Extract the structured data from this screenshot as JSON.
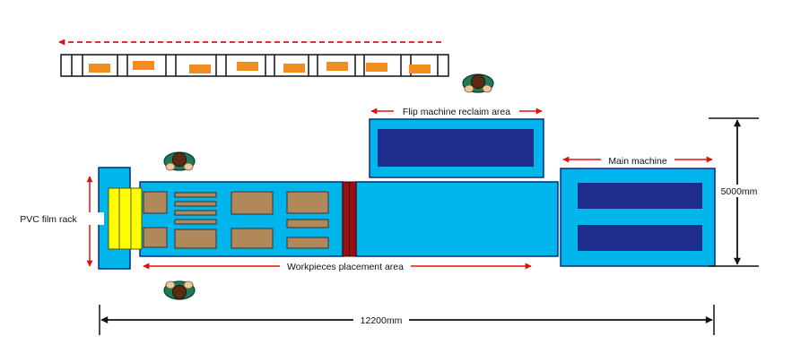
{
  "labels": {
    "flip_machine": "Flip machine reclaim area",
    "main_machine": "Main machine",
    "pvc_film_rack": "PVC film rack",
    "workpieces_area": "Workpieces placement area",
    "height_dim": "5000mm",
    "length_dim": "12200mm"
  },
  "icons": {
    "operator": "person-top-view-icon",
    "direction": "dashed-arrow-left-icon",
    "dimension": "double-arrow-icon"
  },
  "colors": {
    "machine_fill": "#00b4ec",
    "panel_fill": "#1e2d8c",
    "pad_fill": "#b0885a",
    "roller_fill": "#ffff00",
    "separator_fill": "#9a1010",
    "part_fill": "#f28c1c",
    "arrow_red": "#e01010",
    "operator_body": "#1d7a5a",
    "operator_head": "#5a2a12"
  }
}
